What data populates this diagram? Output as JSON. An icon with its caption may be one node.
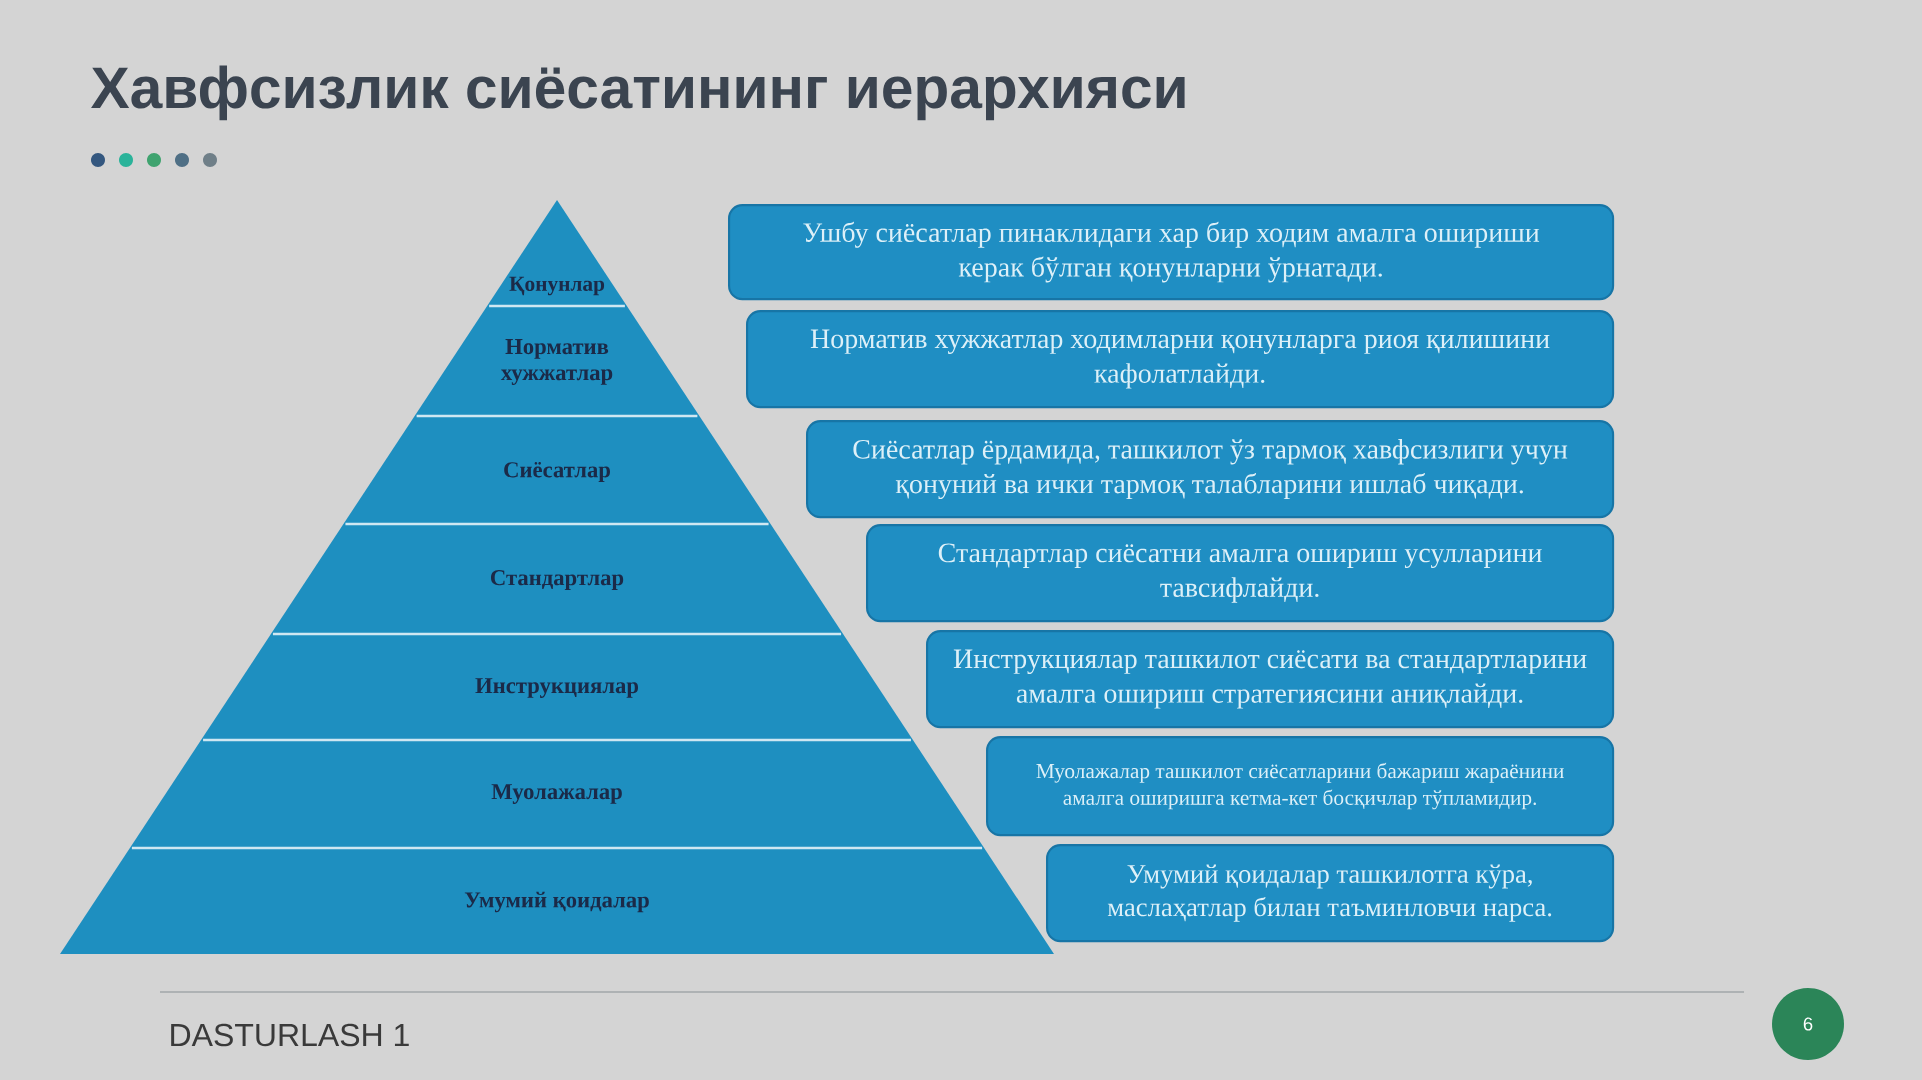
{
  "diagram": {
    "title": "Хавфсизлик сиёсатининг иерархияси",
    "nodes": [
      {
        "text": [
          "Қонунлар"
        ]
      },
      {
        "text": [
          "Норматив хужжатлар"
        ]
      },
      {
        "text": [
          "Сиёсатлар"
        ]
      },
      {
        "text": [
          "Стандартлар"
        ]
      },
      {
        "text": [
          "Инструкциялар"
        ]
      },
      {
        "text": [
          "Муолажалар"
        ]
      },
      {
        "text": [
          "Умумий қоидалар"
        ]
      },
      {
        "text": [
          "Ушбу сиёсатлар пинаклидаги хар бир ходим амалга ошириши керак бўлган қонунларни ўрнатади."
        ]
      },
      {
        "text": [
          "Норматив хужжатлар ходимларни қонунларга риоя қилишини кафолатлайди."
        ]
      },
      {
        "text": [
          "Сиёсатлар ёрдамида, ташкилот ўз тармоқ хавфсизлиги учун қонуний ва ички тармоқ талабларини ишлаб чиқади."
        ]
      },
      {
        "text": [
          "Стандартлар сиёсатни амалга ошириш усулларини тавсифлайди."
        ]
      },
      {
        "text": [
          "Инструкциялар ташкилот сиёсати ва стандартларини амалга ошириш стратегиясини аниқлайди."
        ]
      },
      {
        "text": [
          "Муолажалар ташкилот сиёсатларини бажариш жараёнини амалга оширишга кетма-кет босқичлар тўпламидир."
        ]
      },
      {
        "text": [
          "Умумий қоидалар ташкилотга кўра, маслаҳатлар билан таъминловчи нарса."
        ]
      },
      {
        "text": [
          "6"
        ]
      }
    ],
    "labels": [
      "DASTURLASH 1"
    ]
  }
}
